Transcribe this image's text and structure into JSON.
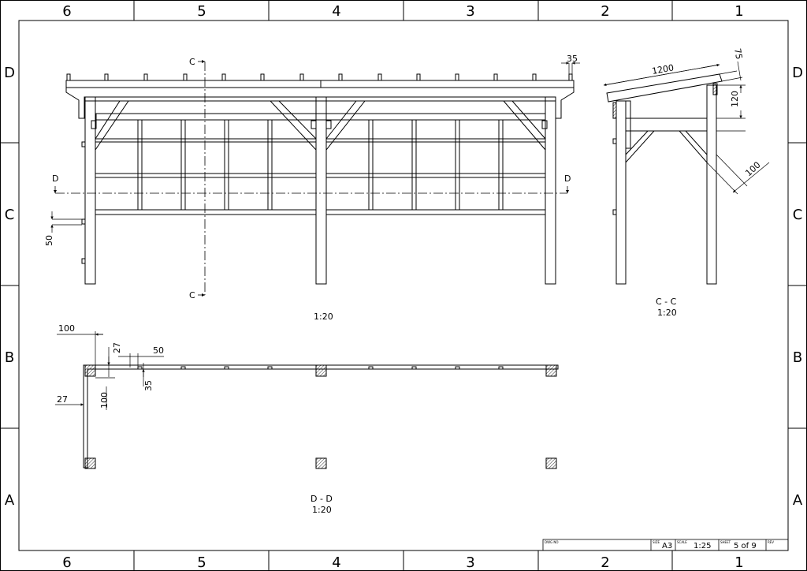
{
  "sheet": {
    "column_zones": [
      "6",
      "5",
      "4",
      "3",
      "2",
      "1"
    ],
    "row_zones": [
      "D",
      "C",
      "B",
      "A"
    ]
  },
  "front_view": {
    "scale": "1:20",
    "section_c": "C",
    "section_d": "D",
    "dim_rafter": "35",
    "dim_rail": "50"
  },
  "side_view": {
    "title": "C - C",
    "scale": "1:20",
    "dim_depth": "1200",
    "dim_thickness": "75",
    "dim_beam": "120",
    "dim_brace": "100"
  },
  "plan_view": {
    "title": "D - D",
    "scale": "1:20",
    "dim_overhang": "100",
    "dim_27_top": "27",
    "dim_50": "50",
    "dim_35": "35",
    "dim_27_side": "27",
    "dim_100_side": "100"
  },
  "title_block": {
    "dwg_no_label": "DWG NO",
    "size_label": "SIZE",
    "size": "A3",
    "scale_label": "SCALE",
    "scale": "1:25",
    "sheet_label": "SHEET",
    "sheet": "5 of 9",
    "rev_label": "REV"
  }
}
